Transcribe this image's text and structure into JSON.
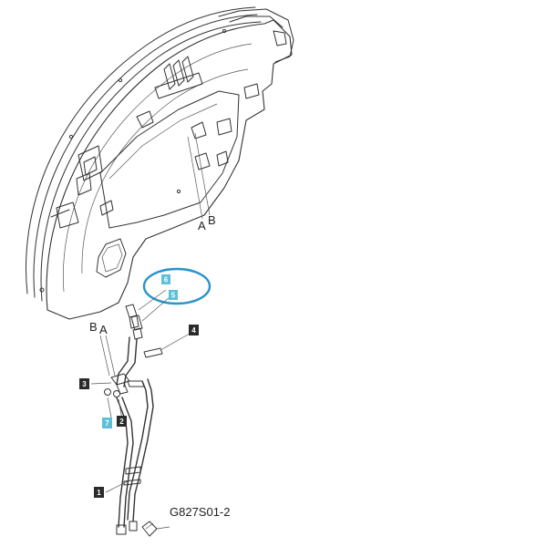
{
  "drawing_code": "G827S01-2",
  "labels": {
    "panel_a": "A",
    "panel_b": "B",
    "hose_b": "B",
    "hose_a": "A"
  },
  "callouts": [
    {
      "number": "1",
      "color": "#2b2b2b"
    },
    {
      "number": "2",
      "color": "#2b2b2b"
    },
    {
      "number": "3",
      "color": "#2b2b2b"
    },
    {
      "number": "4",
      "color": "#2b2b2b"
    },
    {
      "number": "5",
      "color": "#5bc0d8"
    },
    {
      "number": "6",
      "color": "#5bc0d8"
    },
    {
      "number": "7",
      "color": "#5bc0d8"
    }
  ],
  "highlight_color": "#2a93c9"
}
